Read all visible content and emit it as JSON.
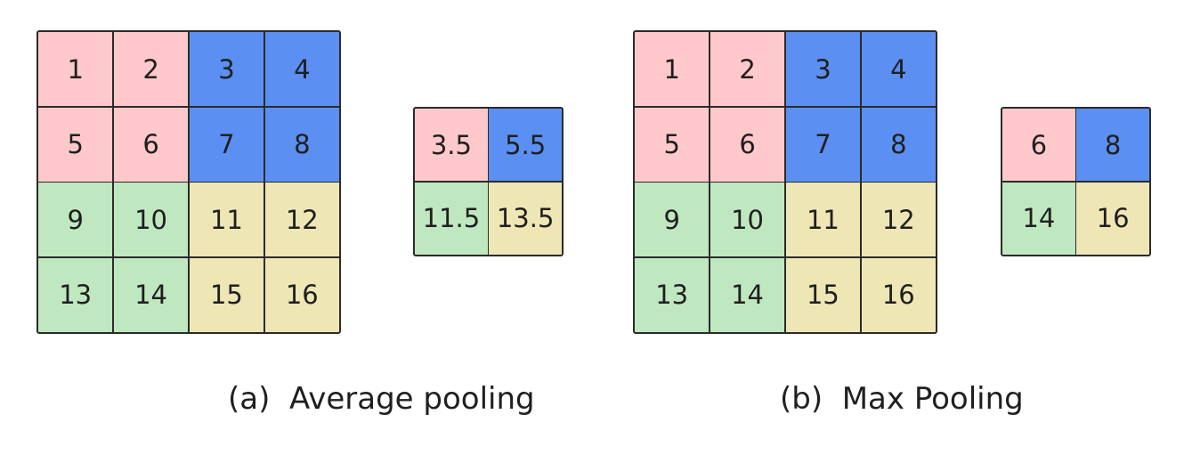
{
  "colors": {
    "pink": "#ffc9cb",
    "blue": "#5b8ff1",
    "green": "#bfe8c0",
    "yellow": "#efe6b6"
  },
  "panel_a": {
    "input": [
      {
        "value": "1",
        "color": "pink"
      },
      {
        "value": "2",
        "color": "pink"
      },
      {
        "value": "3",
        "color": "blue"
      },
      {
        "value": "4",
        "color": "blue"
      },
      {
        "value": "5",
        "color": "pink"
      },
      {
        "value": "6",
        "color": "pink"
      },
      {
        "value": "7",
        "color": "blue"
      },
      {
        "value": "8",
        "color": "blue"
      },
      {
        "value": "9",
        "color": "green"
      },
      {
        "value": "10",
        "color": "green"
      },
      {
        "value": "11",
        "color": "yellow"
      },
      {
        "value": "12",
        "color": "yellow"
      },
      {
        "value": "13",
        "color": "green"
      },
      {
        "value": "14",
        "color": "green"
      },
      {
        "value": "15",
        "color": "yellow"
      },
      {
        "value": "16",
        "color": "yellow"
      }
    ],
    "output": [
      {
        "value": "3.5",
        "color": "pink"
      },
      {
        "value": "5.5",
        "color": "blue"
      },
      {
        "value": "11.5",
        "color": "green"
      },
      {
        "value": "13.5",
        "color": "yellow"
      }
    ],
    "caption": "(a)  Average pooling"
  },
  "panel_b": {
    "input": [
      {
        "value": "1",
        "color": "pink"
      },
      {
        "value": "2",
        "color": "pink"
      },
      {
        "value": "3",
        "color": "blue"
      },
      {
        "value": "4",
        "color": "blue"
      },
      {
        "value": "5",
        "color": "pink"
      },
      {
        "value": "6",
        "color": "pink"
      },
      {
        "value": "7",
        "color": "blue"
      },
      {
        "value": "8",
        "color": "blue"
      },
      {
        "value": "9",
        "color": "green"
      },
      {
        "value": "10",
        "color": "green"
      },
      {
        "value": "11",
        "color": "yellow"
      },
      {
        "value": "12",
        "color": "yellow"
      },
      {
        "value": "13",
        "color": "green"
      },
      {
        "value": "14",
        "color": "green"
      },
      {
        "value": "15",
        "color": "yellow"
      },
      {
        "value": "16",
        "color": "yellow"
      }
    ],
    "output": [
      {
        "value": "6",
        "color": "pink"
      },
      {
        "value": "8",
        "color": "blue"
      },
      {
        "value": "14",
        "color": "green"
      },
      {
        "value": "16",
        "color": "yellow"
      }
    ],
    "caption": "(b)  Max Pooling"
  }
}
